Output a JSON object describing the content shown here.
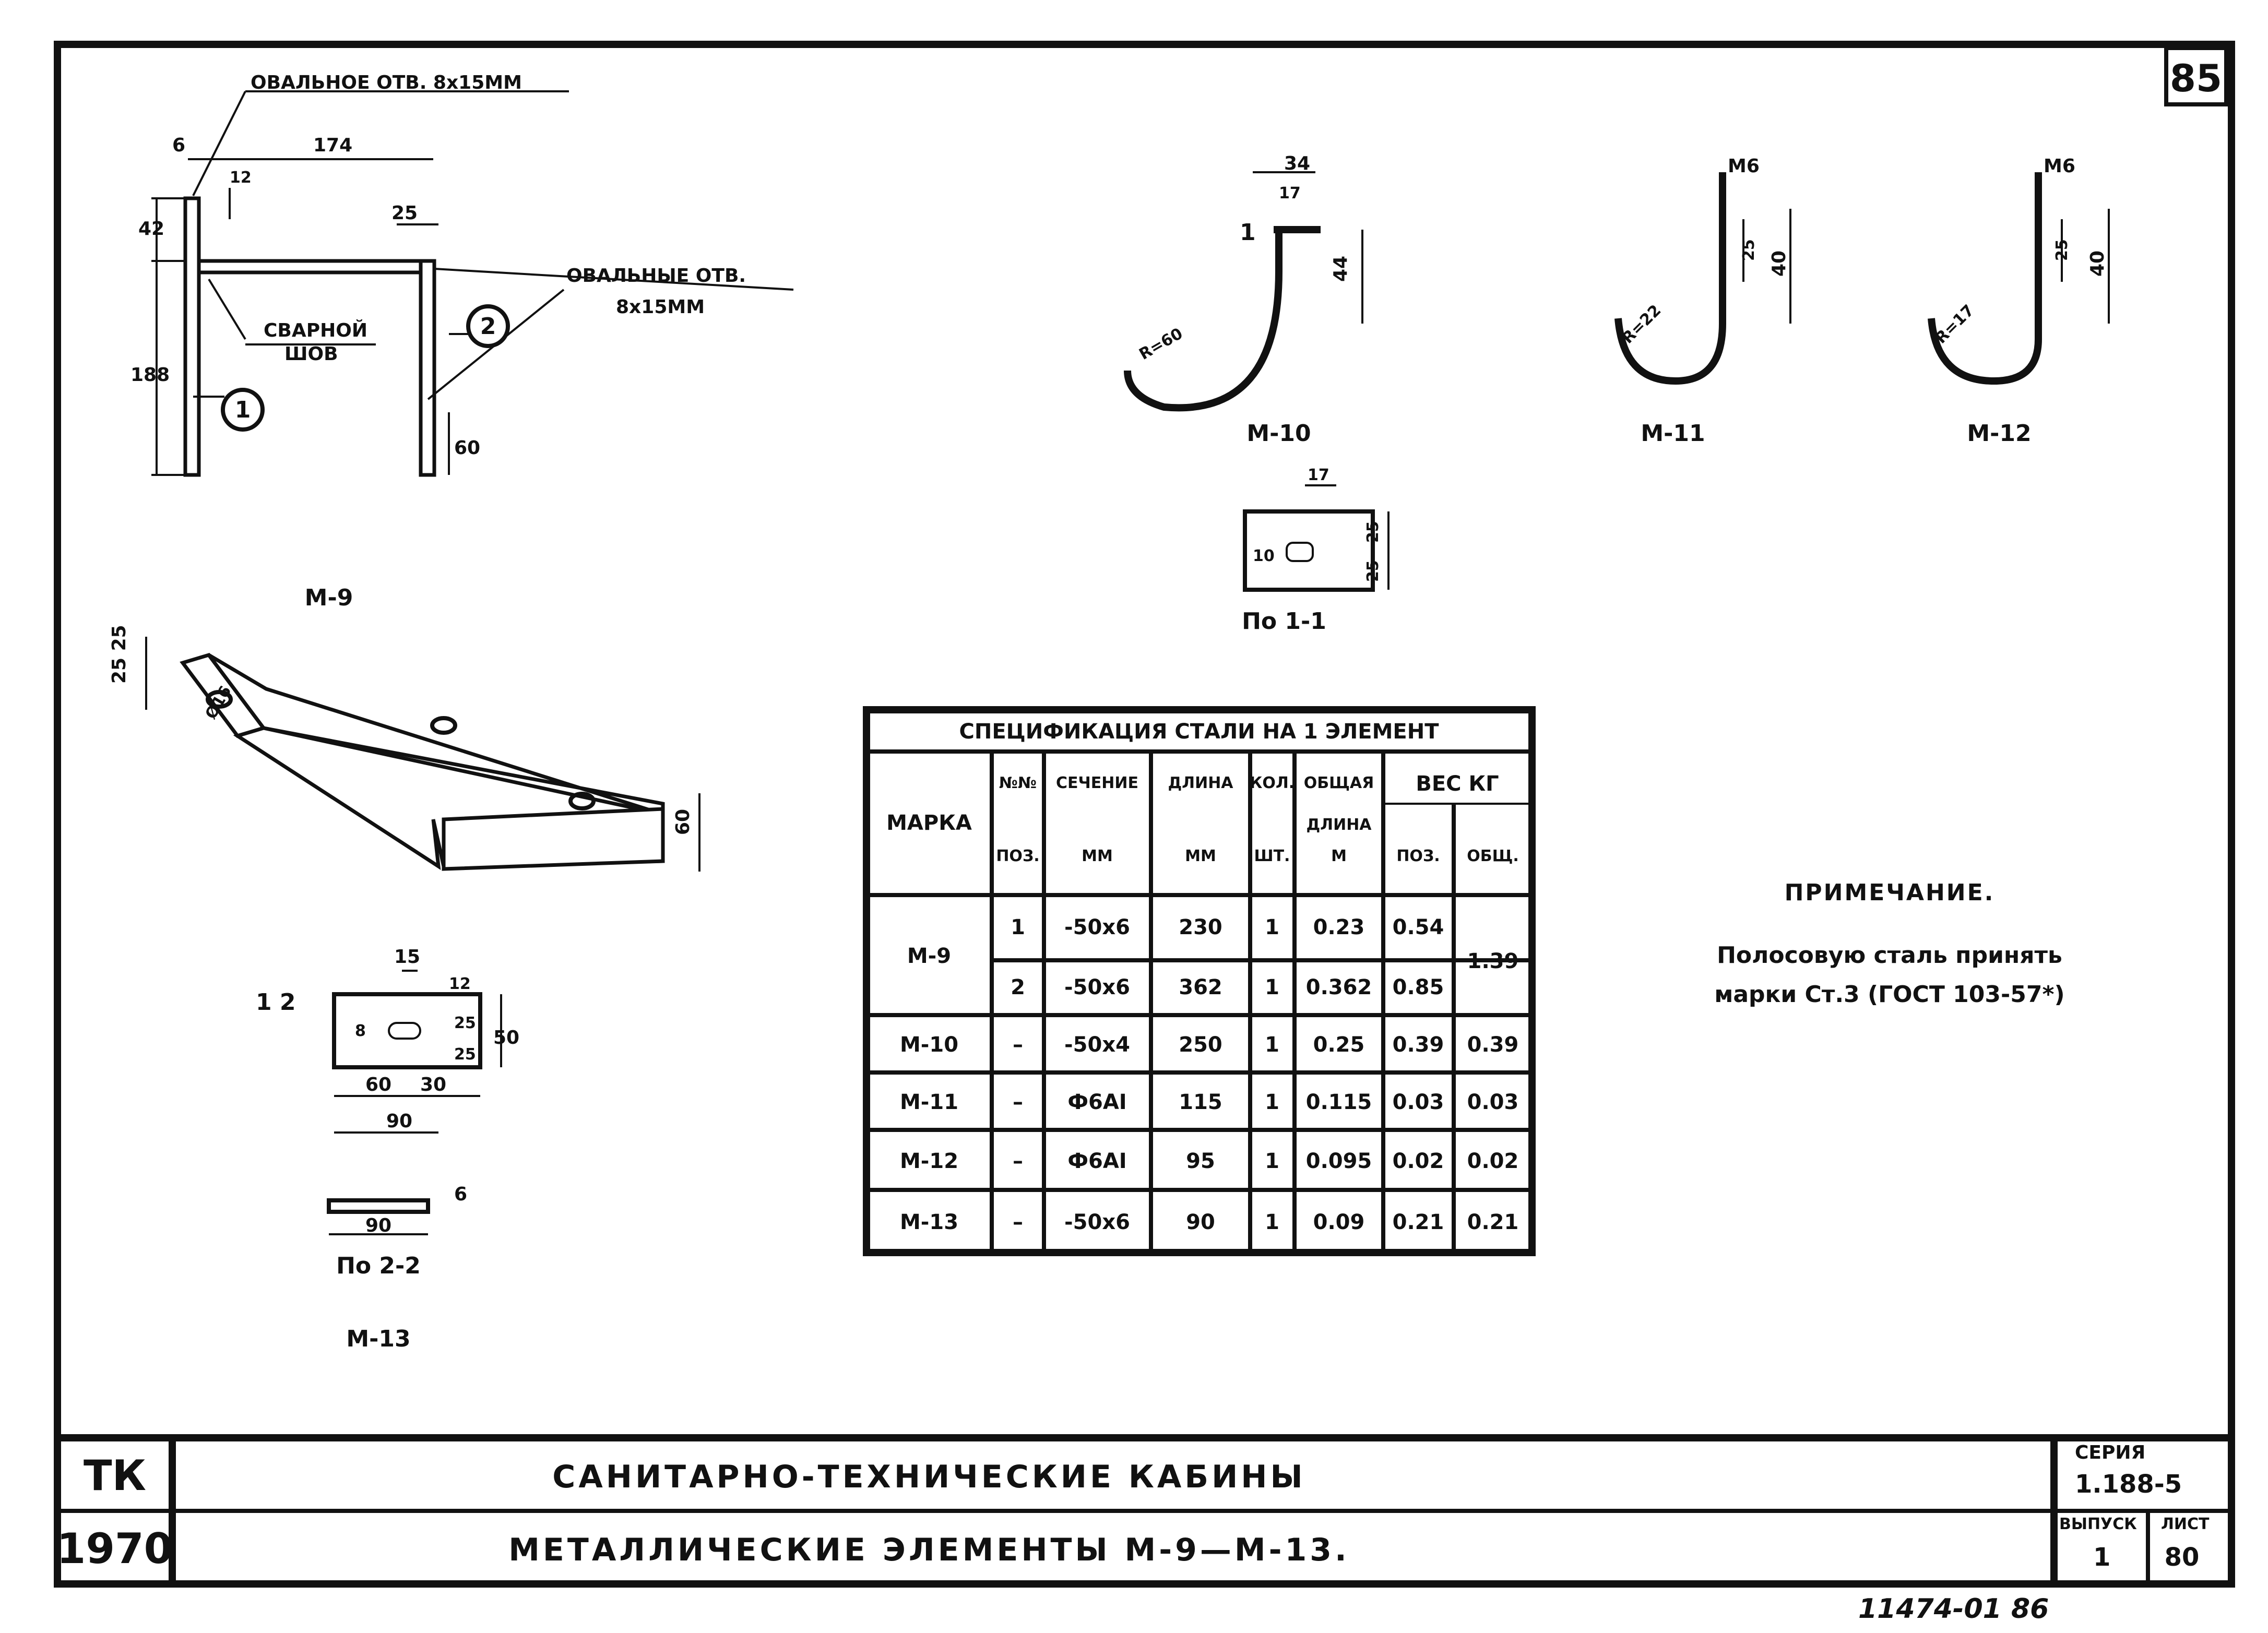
{
  "sheet_number": "85",
  "bottom_stamp": "11474-01 86",
  "title_block": {
    "code": "ТК",
    "year": "1970",
    "title": "САНИТАРНО-ТЕХНИЧЕСКИЕ КАБИНЫ",
    "subtitle": "МЕТАЛЛИЧЕСКИЕ ЭЛЕМЕНТЫ М-9—М-13.",
    "series_label": "СЕРИЯ",
    "series_value": "1.188-5",
    "issue_label": "ВЫПУСК",
    "issue_value": "1",
    "sheet_label": "ЛИСТ",
    "sheet_value": "80"
  },
  "m9": {
    "label": "М-9",
    "hole_top_note": "ОВАЛЬНОЕ ОТВ. 8х15ММ",
    "holes_note_1": "ОВАЛЬНЫЕ ОТВ.",
    "holes_note_2": "8х15ММ",
    "weld_1": "СВАРНОЙ",
    "weld_2": "ШОВ",
    "pos1": "1",
    "pos2": "2",
    "dims": {
      "d6": "6",
      "d174": "174",
      "d12": "12",
      "d42": "42",
      "d25": "25",
      "d188": "188",
      "d60": "60"
    }
  },
  "iso": {
    "d2525": "25 25",
    "d60": "60",
    "hole": "Ø16"
  },
  "m13": {
    "label": "М-13",
    "section_label": "1 2",
    "section_22": "По 2-2",
    "dims": {
      "d15": "15",
      "d12": "12",
      "d25a": "25",
      "d25b": "25",
      "d50": "50",
      "d60": "60",
      "d30": "30",
      "d90": "90",
      "d90b": "90",
      "d6": "6",
      "d8": "8"
    }
  },
  "hooks": {
    "m10": {
      "label": "М-10",
      "d34": "34",
      "d17": "17",
      "d44": "44",
      "r": "R=60",
      "sec": "1"
    },
    "m11": {
      "label": "М-11",
      "m6": "М6",
      "d25": "25",
      "d40": "40",
      "r": "R=22"
    },
    "m12": {
      "label": "М-12",
      "m6": "М6",
      "d25": "25",
      "d40": "40",
      "r": "R=17"
    },
    "sec11": {
      "label": "По 1-1",
      "d17": "17",
      "d25a": "25",
      "d25b": "25",
      "d10": "10"
    }
  },
  "note": {
    "heading": "ПРИМЕЧАНИЕ.",
    "line1": "Полосовую сталь принять",
    "line2": "марки Ст.3 (ГОСТ 103-57*)"
  },
  "spec": {
    "title": "СПЕЦИФИКАЦИЯ СТАЛИ НА 1 ЭЛЕМЕНТ",
    "h_mark": "МАРКА",
    "h_nn": "№№",
    "h_pos": "ПОЗ.",
    "h_section": "СЕЧЕНИЕ",
    "h_section_unit": "ММ",
    "h_length": "ДЛИНА",
    "h_length_unit": "ММ",
    "h_qty": "КОЛ.",
    "h_qty_unit": "ШТ.",
    "h_total_len": "ОБЩАЯ",
    "h_total_len2": "ДЛИНА",
    "h_total_len_unit": "М",
    "h_weight": "ВЕС КГ",
    "h_w_pos": "ПОЗ.",
    "h_w_total": "ОБЩ.",
    "rows": [
      {
        "mark": "М-9",
        "pos": "1",
        "section": "-50х6",
        "length": "230",
        "qty": "1",
        "total_len": "0.23",
        "w_pos": "0.54",
        "w_total": "1.39"
      },
      {
        "mark": "",
        "pos": "2",
        "section": "-50х6",
        "length": "362",
        "qty": "1",
        "total_len": "0.362",
        "w_pos": "0.85",
        "w_total": ""
      },
      {
        "mark": "М-10",
        "pos": "–",
        "section": "-50х4",
        "length": "250",
        "qty": "1",
        "total_len": "0.25",
        "w_pos": "0.39",
        "w_total": "0.39"
      },
      {
        "mark": "М-11",
        "pos": "–",
        "section": "Ф6АI",
        "length": "115",
        "qty": "1",
        "total_len": "0.115",
        "w_pos": "0.03",
        "w_total": "0.03"
      },
      {
        "mark": "М-12",
        "pos": "–",
        "section": "Ф6АI",
        "length": "95",
        "qty": "1",
        "total_len": "0.095",
        "w_pos": "0.02",
        "w_total": "0.02"
      },
      {
        "mark": "М-13",
        "pos": "–",
        "section": "-50х6",
        "length": "90",
        "qty": "1",
        "total_len": "0.09",
        "w_pos": "0.21",
        "w_total": "0.21"
      }
    ]
  }
}
